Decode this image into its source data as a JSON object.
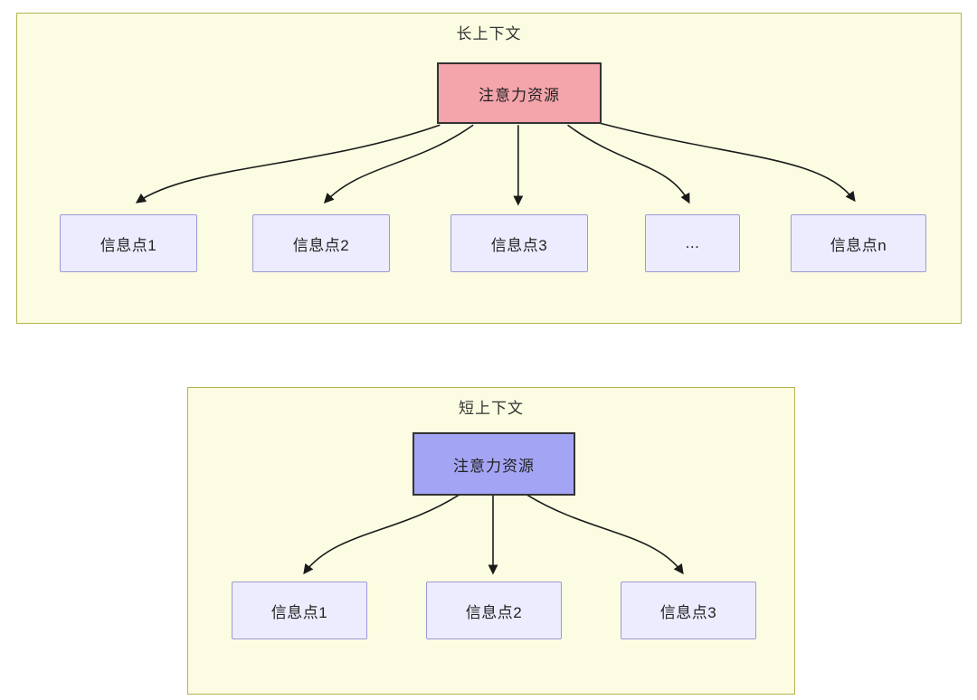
{
  "long_context": {
    "title": "长上下文",
    "attention_label": "注意力资源",
    "nodes": [
      "信息点1",
      "信息点2",
      "信息点3",
      "...",
      "信息点n"
    ]
  },
  "short_context": {
    "title": "短上下文",
    "attention_label": "注意力资源",
    "nodes": [
      "信息点1",
      "信息点2",
      "信息点3"
    ]
  },
  "colors": {
    "container_fill": "#fcfce2",
    "container_border": "#b4b44e",
    "long_attention_fill": "#f4a4ab",
    "short_attention_fill": "#a4a4f4",
    "attention_border": "#333333",
    "node_fill": "#ececfe",
    "node_border": "#9a9ad8",
    "arrow": "#1a1a1a"
  }
}
